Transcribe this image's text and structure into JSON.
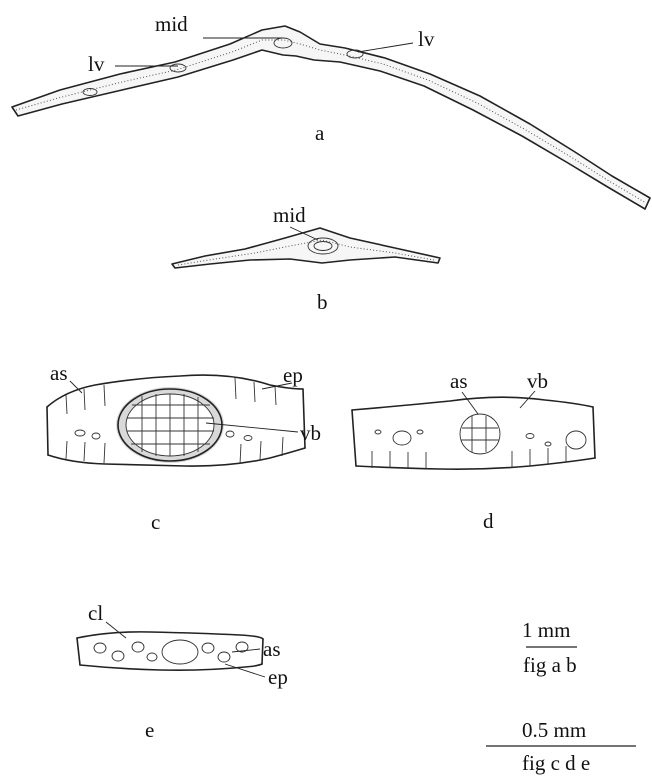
{
  "figure": {
    "panels": [
      {
        "id": "a",
        "caption": "a",
        "labels": [
          "mid",
          "lv",
          "lv"
        ]
      },
      {
        "id": "b",
        "caption": "b",
        "labels": [
          "mid"
        ]
      },
      {
        "id": "c",
        "caption": "c",
        "labels": [
          "as",
          "ep",
          "vb"
        ]
      },
      {
        "id": "d",
        "caption": "d",
        "labels": [
          "as",
          "vb"
        ]
      },
      {
        "id": "e",
        "caption": "e",
        "labels": [
          "cl",
          "as",
          "ep"
        ]
      }
    ],
    "scale_bars": [
      {
        "value": "1 mm",
        "caption": "fig a b"
      },
      {
        "value": "0.5 mm",
        "caption": "fig c d e"
      }
    ]
  }
}
